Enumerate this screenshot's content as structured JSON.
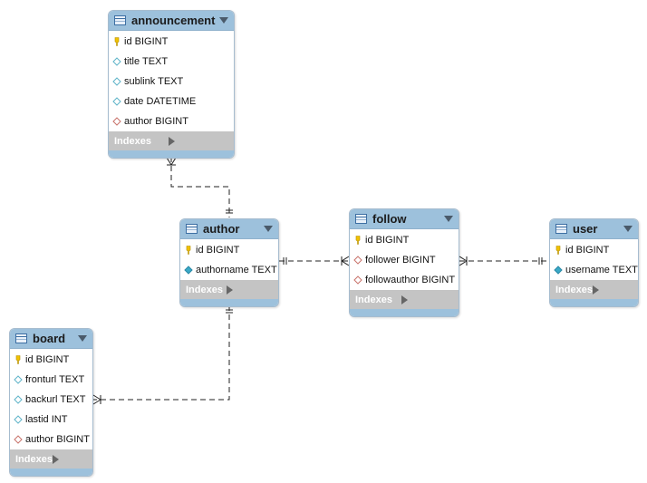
{
  "diagram": {
    "tables": [
      {
        "id": "announcement",
        "name": "announcement",
        "columns": [
          {
            "label": "id BIGINT",
            "icon": "primary-key-icon"
          },
          {
            "label": "title TEXT",
            "icon": "column-icon"
          },
          {
            "label": "sublink TEXT",
            "icon": "column-icon"
          },
          {
            "label": "date DATETIME",
            "icon": "column-icon"
          },
          {
            "label": "author BIGINT",
            "icon": "foreign-key-icon"
          }
        ],
        "indexes_label": "Indexes"
      },
      {
        "id": "author",
        "name": "author",
        "columns": [
          {
            "label": "id BIGINT",
            "icon": "primary-key-icon"
          },
          {
            "label": "authorname TEXT",
            "icon": "indexed-column-icon"
          }
        ],
        "indexes_label": "Indexes"
      },
      {
        "id": "follow",
        "name": "follow",
        "columns": [
          {
            "label": "id BIGINT",
            "icon": "primary-key-icon"
          },
          {
            "label": "follower BIGINT",
            "icon": "foreign-key-icon"
          },
          {
            "label": "followauthor BIGINT",
            "icon": "foreign-key-icon"
          }
        ],
        "indexes_label": "Indexes"
      },
      {
        "id": "user",
        "name": "user",
        "columns": [
          {
            "label": "id BIGINT",
            "icon": "primary-key-icon"
          },
          {
            "label": "username TEXT",
            "icon": "indexed-column-icon"
          }
        ],
        "indexes_label": "Indexes"
      },
      {
        "id": "board",
        "name": "board",
        "columns": [
          {
            "label": "id BIGINT",
            "icon": "primary-key-icon"
          },
          {
            "label": "fronturl TEXT",
            "icon": "column-icon"
          },
          {
            "label": "backurl TEXT",
            "icon": "column-icon"
          },
          {
            "label": "lastid INT",
            "icon": "column-icon"
          },
          {
            "label": "author BIGINT",
            "icon": "foreign-key-icon"
          }
        ],
        "indexes_label": "Indexes"
      }
    ],
    "relationships": [
      {
        "from": "announcement",
        "to": "author",
        "from_cardinality": "one-or-many",
        "to_cardinality": "exactly-one",
        "style": "dashed"
      },
      {
        "from": "author",
        "to": "follow",
        "from_cardinality": "exactly-one",
        "to_cardinality": "one-or-many",
        "style": "dashed"
      },
      {
        "from": "follow",
        "to": "user",
        "from_cardinality": "one-or-many",
        "to_cardinality": "exactly-one",
        "style": "dashed"
      },
      {
        "from": "author",
        "to": "board",
        "from_cardinality": "exactly-one",
        "to_cardinality": "one-or-many",
        "style": "dashed"
      }
    ],
    "colors": {
      "header": "#9dc1dc",
      "border": "#a6bccf",
      "indexes_bar": "#c4c4c4",
      "primary_key": "#f2c200",
      "column": "#5fb4c9",
      "indexed_column": "#3aa9c6",
      "foreign_key": "#c9736b",
      "connector": "#222222"
    }
  }
}
